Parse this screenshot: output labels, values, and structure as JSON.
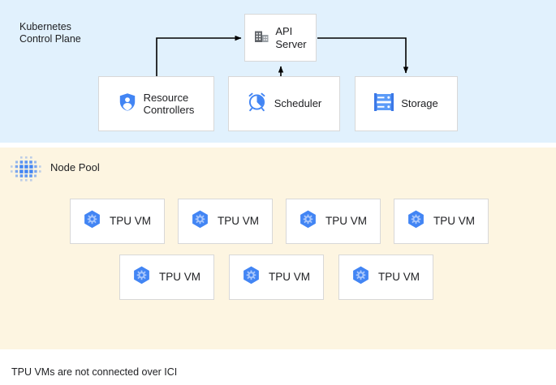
{
  "control_plane": {
    "title": "Kubernetes\nControl Plane",
    "background_color": "#e1f1fd",
    "nodes": {
      "api_server": {
        "label": "API\nServer",
        "icon": "office-building-icon"
      },
      "resource_controllers": {
        "label": "Resource\nControllers",
        "icon": "shield-person-icon"
      },
      "scheduler": {
        "label": "Scheduler",
        "icon": "alarm-clock-icon"
      },
      "storage": {
        "label": "Storage",
        "icon": "server-rack-icon"
      }
    },
    "connectors": [
      {
        "from": "resource_controllers",
        "to": "api_server",
        "direction": "up-right-into-left-edge"
      },
      {
        "from": "scheduler",
        "to": "api_server",
        "direction": "up-into-bottom-edge"
      },
      {
        "from": "api_server",
        "to": "storage",
        "direction": "right-down-into-top-edge"
      }
    ]
  },
  "node_pool": {
    "title": "Node Pool",
    "icon": "dot-cluster-icon",
    "background_color": "#fdf5e1",
    "vms_row1": [
      {
        "label": "TPU VM",
        "icon": "hexagon-gear-icon"
      },
      {
        "label": "TPU VM",
        "icon": "hexagon-gear-icon"
      },
      {
        "label": "TPU VM",
        "icon": "hexagon-gear-icon"
      },
      {
        "label": "TPU VM",
        "icon": "hexagon-gear-icon"
      }
    ],
    "vms_row2": [
      {
        "label": "TPU VM",
        "icon": "hexagon-gear-icon"
      },
      {
        "label": "TPU VM",
        "icon": "hexagon-gear-icon"
      },
      {
        "label": "TPU VM",
        "icon": "hexagon-gear-icon"
      }
    ]
  },
  "footer": {
    "note": "TPU VMs are not connected over ICI"
  },
  "colors": {
    "accent_blue": "#4285f4",
    "icon_gray": "#5f6368",
    "band_blue": "#e1f1fd",
    "band_cream": "#fdf5e1",
    "box_border": "#d8d8d8",
    "connector": "#000000"
  }
}
